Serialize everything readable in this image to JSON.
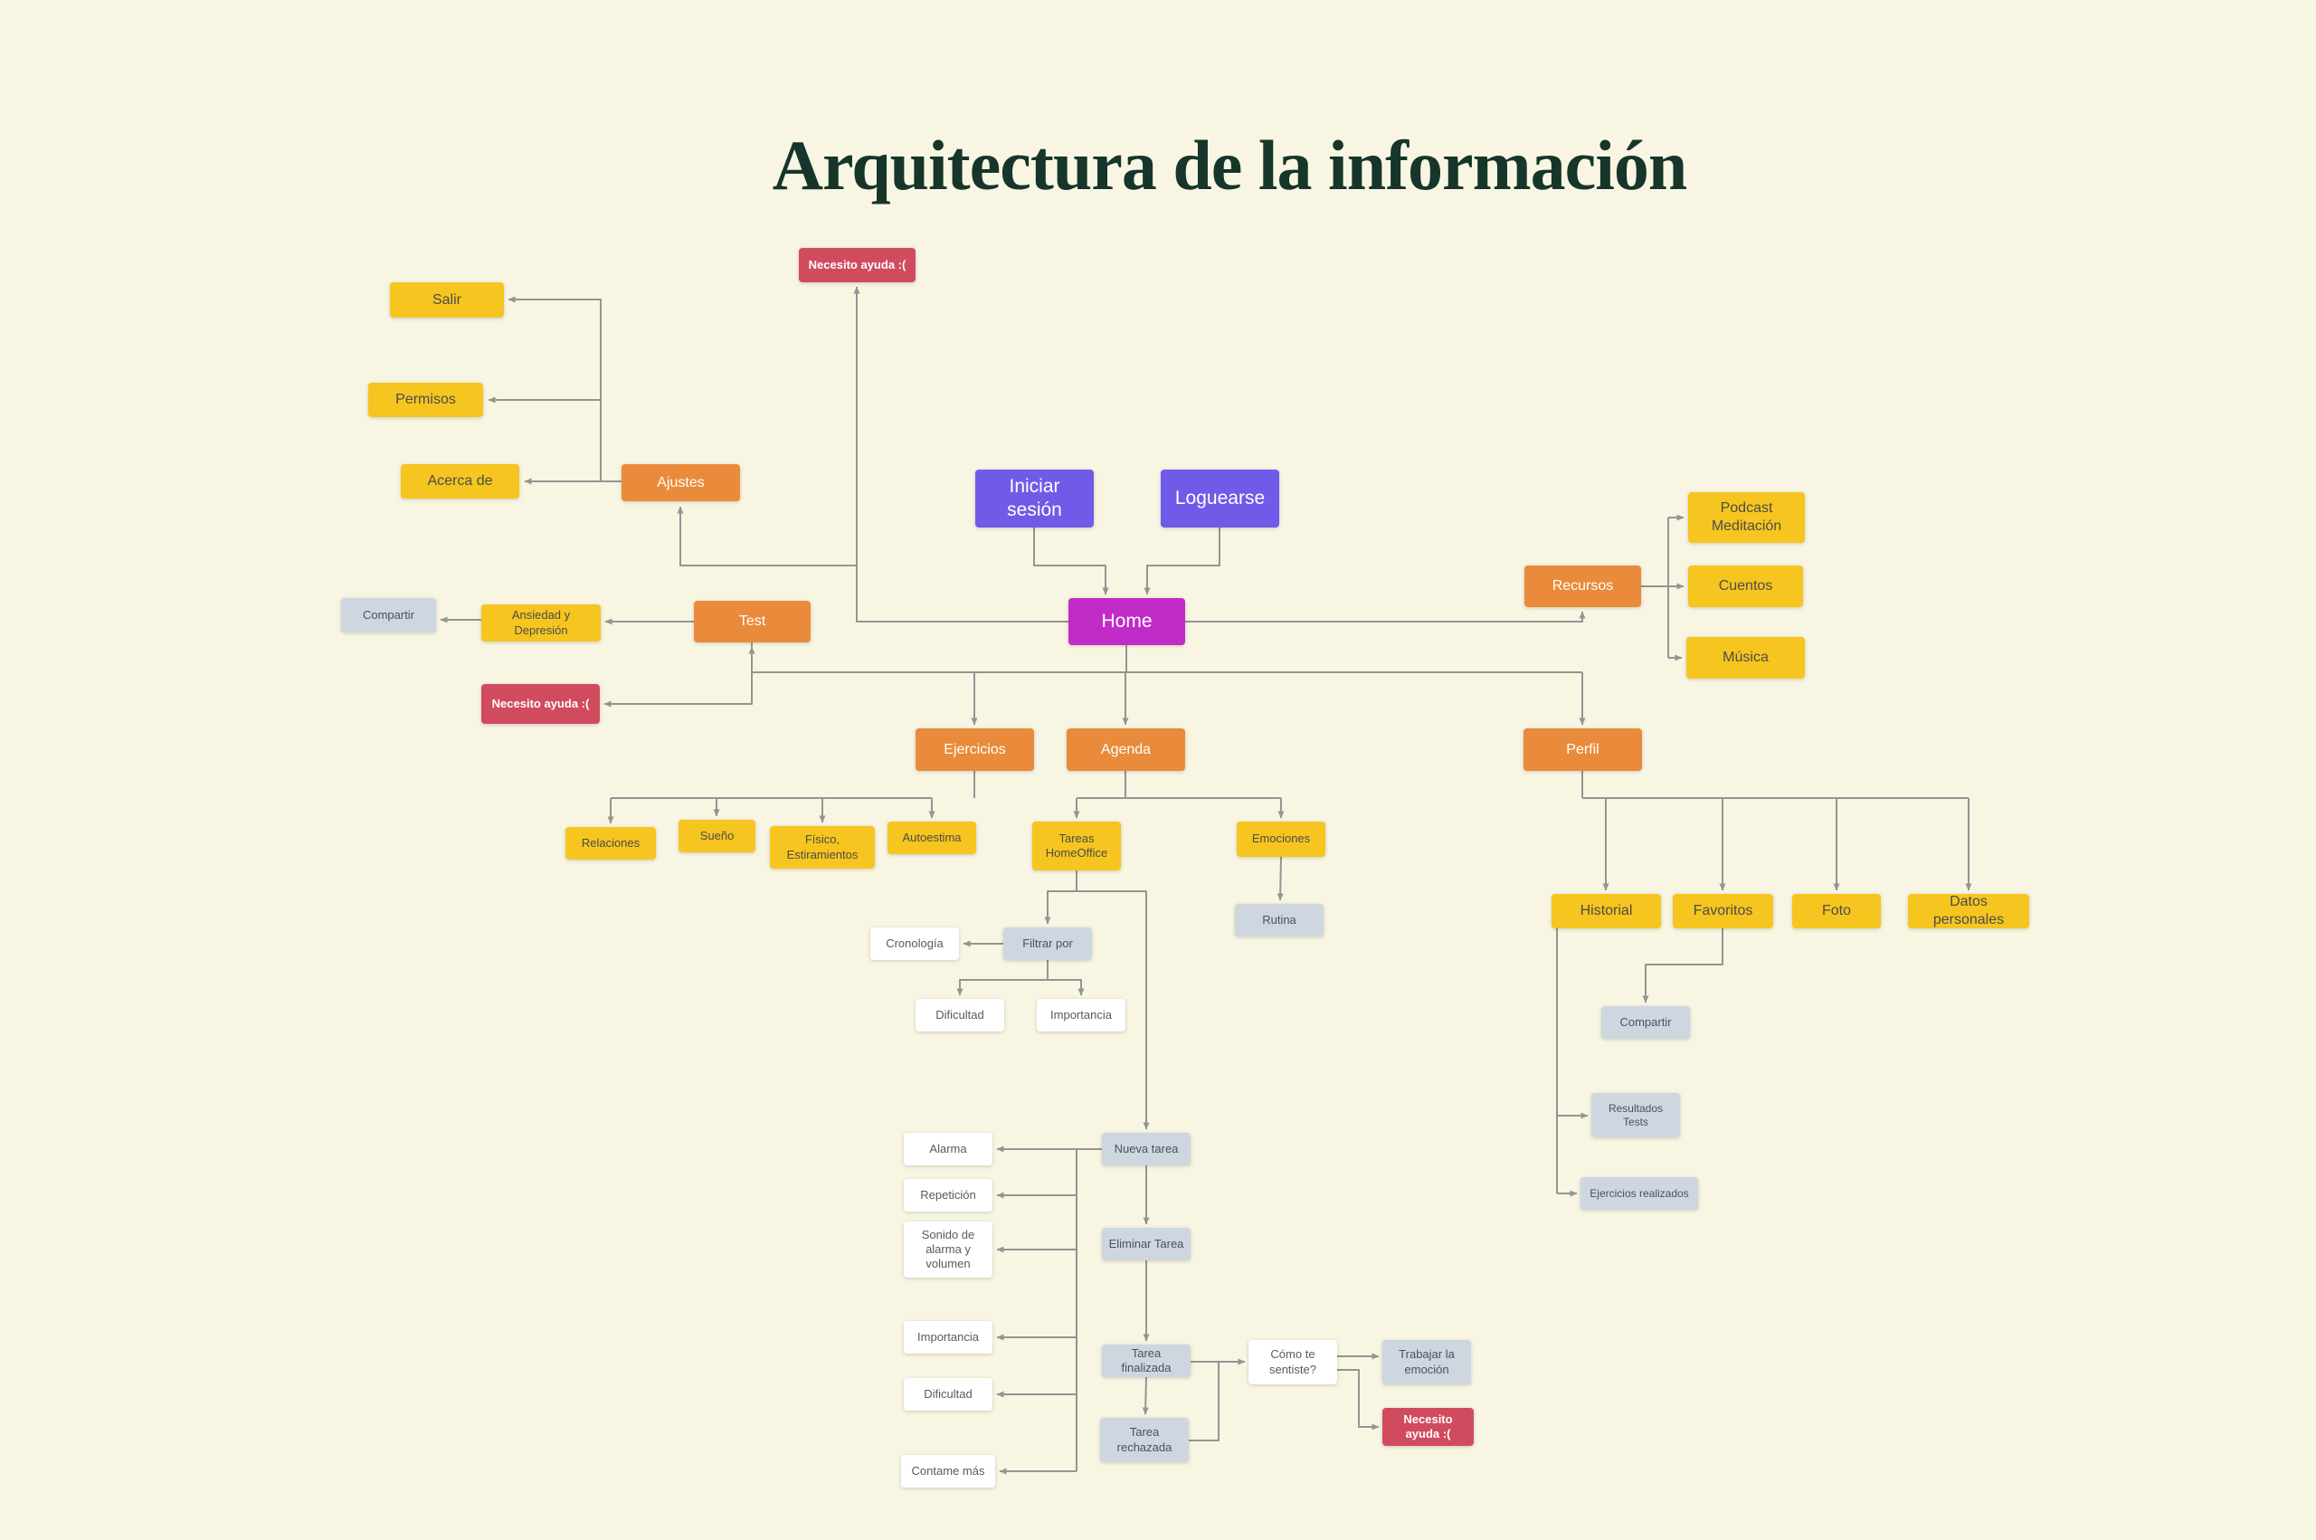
{
  "title": "Arquitectura de la información",
  "palette": {
    "background": "#f8f6e2",
    "title_text": "#16352b",
    "yellow": "#f6c51f",
    "orange": "#e98b3b",
    "purple": "#6f5be8",
    "magenta": "#c12cc9",
    "red": "#d14b5e",
    "gray": "#ced7df",
    "white": "#ffffff",
    "connector": "#949494"
  },
  "nodes": {
    "salir": {
      "label": "Salir"
    },
    "permisos": {
      "label": "Permisos"
    },
    "acerca_de": {
      "label": "Acerca de"
    },
    "ajustes": {
      "label": "Ajustes"
    },
    "necesito_top": {
      "label": "Necesito ayuda :("
    },
    "iniciar_sesion": {
      "label": "Iniciar sesión"
    },
    "loguearse": {
      "label": "Loguearse"
    },
    "home": {
      "label": "Home"
    },
    "compartir_left": {
      "label": "Compartir"
    },
    "ansiedad": {
      "label": "Ansiedad y Depresión"
    },
    "test": {
      "label": "Test"
    },
    "necesito_left": {
      "label": "Necesito ayuda :("
    },
    "recursos": {
      "label": "Recursos"
    },
    "podcast": {
      "label": "Podcast Meditación"
    },
    "cuentos": {
      "label": "Cuentos"
    },
    "musica": {
      "label": "Música"
    },
    "ejercicios": {
      "label": "Ejercicios"
    },
    "agenda": {
      "label": "Agenda"
    },
    "perfil": {
      "label": "Perfil"
    },
    "relaciones": {
      "label": "Relaciones"
    },
    "sueno": {
      "label": "Sueño"
    },
    "fisico": {
      "label": "Físico, Estiramientos"
    },
    "autoestima": {
      "label": "Autoestima"
    },
    "tareas": {
      "label": "Tareas HomeOffice"
    },
    "emociones": {
      "label": "Emociones"
    },
    "rutina": {
      "label": "Rutina"
    },
    "historial": {
      "label": "Historial"
    },
    "favoritos": {
      "label": "Favoritos"
    },
    "foto": {
      "label": "Foto"
    },
    "datos_personales": {
      "label": "Datos personales"
    },
    "cronologia": {
      "label": "Cronología"
    },
    "filtrar_por": {
      "label": "Filtrar por"
    },
    "dificultad_filtro": {
      "label": "Dificultad"
    },
    "importancia_filtro": {
      "label": "Importancia"
    },
    "compartir_right": {
      "label": "Compartir"
    },
    "resultados_tests": {
      "label": "Resultados Tests"
    },
    "ejercicios_realizados": {
      "label": "Ejercicios realizados"
    },
    "alarma": {
      "label": "Alarma"
    },
    "repeticion": {
      "label": "Repetición"
    },
    "sonido": {
      "label": "Sonido de alarma y volumen"
    },
    "importancia_tarea": {
      "label": "Importancia"
    },
    "dificultad_tarea": {
      "label": "Dificultad"
    },
    "contame_mas": {
      "label": "Contame más"
    },
    "nueva_tarea": {
      "label": "Nueva tarea"
    },
    "eliminar_tarea": {
      "label": "Eliminar Tarea"
    },
    "tarea_finalizada": {
      "label": "Tarea finalizada"
    },
    "tarea_rechazada": {
      "label": "Tarea rechazada"
    },
    "como_te_sentiste": {
      "label": "Cómo te sentiste?"
    },
    "trabajar_emocion": {
      "label": "Trabajar la emoción"
    },
    "necesito_bottom": {
      "label": "Necesito ayuda :("
    }
  }
}
